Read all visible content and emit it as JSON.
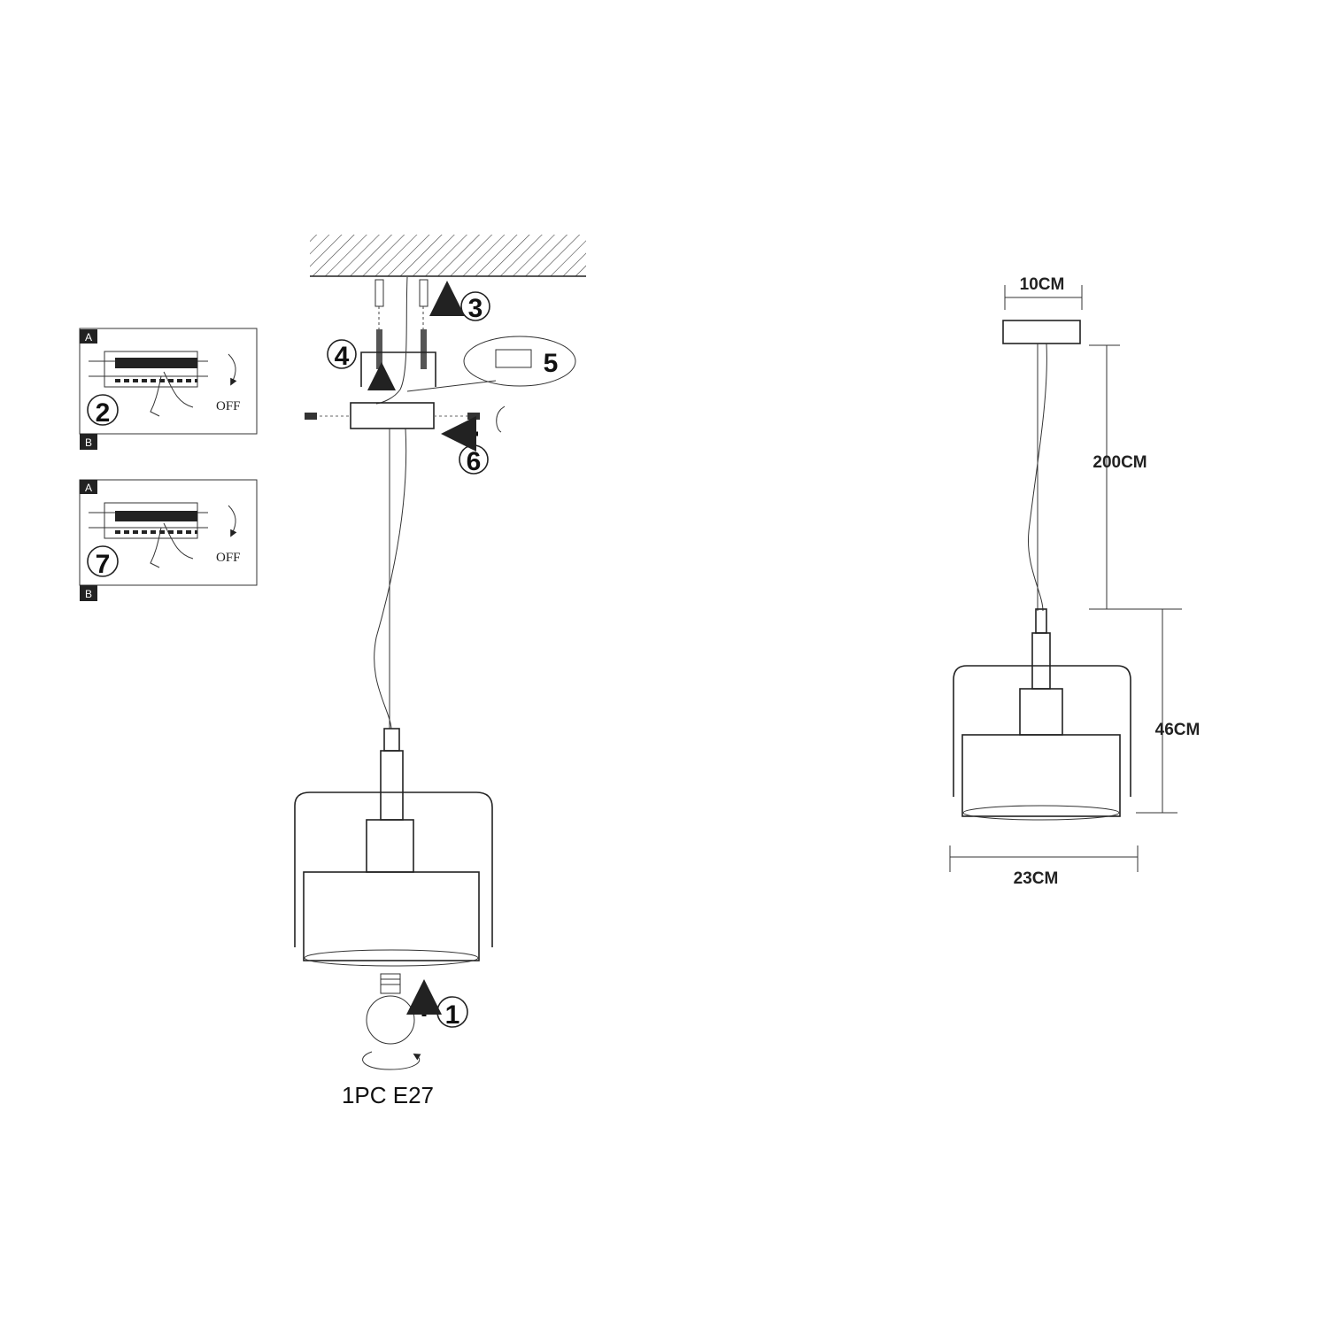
{
  "installation": {
    "steps": [
      "1",
      "2",
      "3",
      "4",
      "5",
      "6",
      "7"
    ],
    "breaker_panels": [
      {
        "top_label": "A",
        "bottom_label": "B",
        "step": "2",
        "state": "OFF"
      },
      {
        "top_label": "A",
        "bottom_label": "B",
        "step": "7",
        "state": "OFF"
      }
    ],
    "bulb_spec": "1PC E27"
  },
  "dimensions": {
    "canopy_width": "10CM",
    "cable_length": "200CM",
    "lamp_height": "46CM",
    "lamp_width": "23CM"
  },
  "colors": {
    "line": "#222222",
    "background": "#ffffff"
  }
}
